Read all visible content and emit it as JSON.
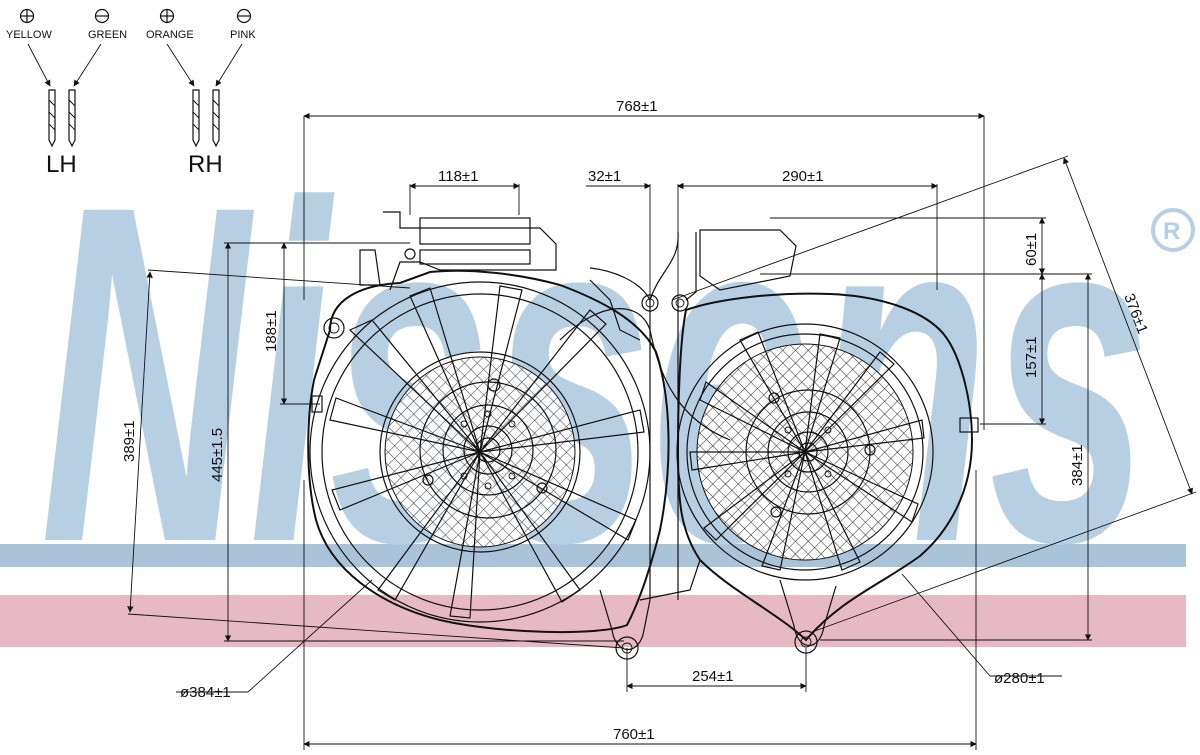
{
  "watermark": {
    "brand": "Nissens",
    "registered_mark": "®",
    "band_blue": "#a9c3d9",
    "band_pink": "#e7b9c4",
    "text_color": "#b7cfe2"
  },
  "connector_legend": {
    "terminals": [
      {
        "symbol": "⊕",
        "wire": "YELLOW"
      },
      {
        "symbol": "⊖",
        "wire": "GREEN"
      },
      {
        "symbol": "⊕",
        "wire": "ORANGE"
      },
      {
        "symbol": "⊖",
        "wire": "PINK"
      }
    ],
    "sides": [
      "LH",
      "RH"
    ]
  },
  "dimensions": {
    "overall_top_width": "768±1",
    "overall_bottom_width": "760±1",
    "left_bracket_width": "118±1",
    "center_gap": "32±1",
    "right_bracket_width": "290±1",
    "right_top_offset": "60±1",
    "right_mid_height": "157±1",
    "right_height": "384±1",
    "diagonal_right": "376±1",
    "left_upper_height": "188±1",
    "left_total_height": "445±1.5",
    "left_diagonal_height": "389±1",
    "mount_spacing": "254±1",
    "left_fan_diameter": "ø384±1",
    "right_fan_diameter": "ø280±1"
  }
}
